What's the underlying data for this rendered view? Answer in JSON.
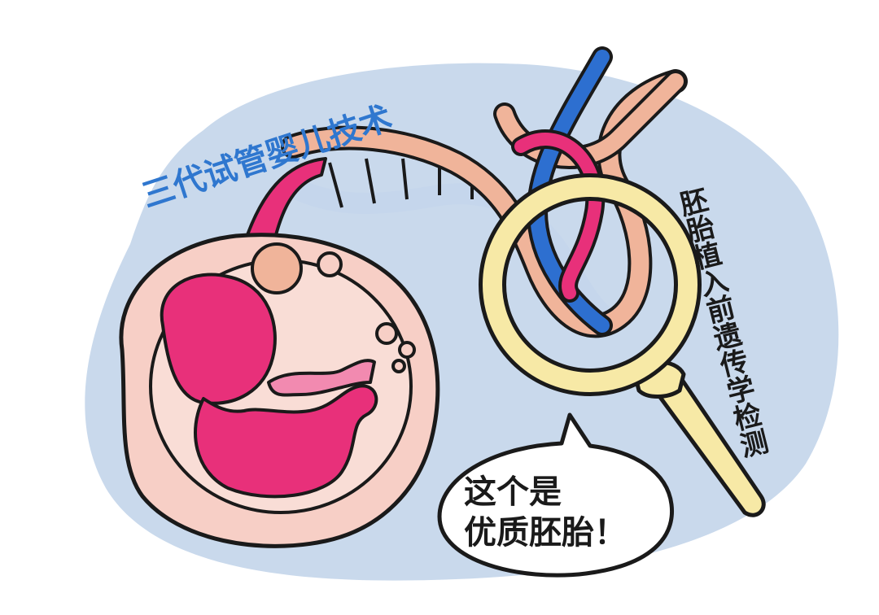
{
  "illustration": {
    "title": "三代试管婴儿技术",
    "side_label": "胚胎植入前遗传学检测",
    "speech_bubble": {
      "line1": "这个是",
      "line2": "优质胚胎！"
    }
  },
  "colors": {
    "background_blob": "#c9d9ec",
    "title_blue": "#2f77cf",
    "magenta": "#e8307a",
    "salmon": "#f0b49a",
    "dna_blue": "#2d6fd0",
    "dna_light": "#c5d6ec",
    "cell_pink": "#f7cfc6",
    "magnifier_yellow": "#f7e9a6",
    "outline": "#1a1a1a"
  },
  "icons": [
    "embryo-cell",
    "dna-helix",
    "magnifying-glass",
    "speech-bubble"
  ]
}
